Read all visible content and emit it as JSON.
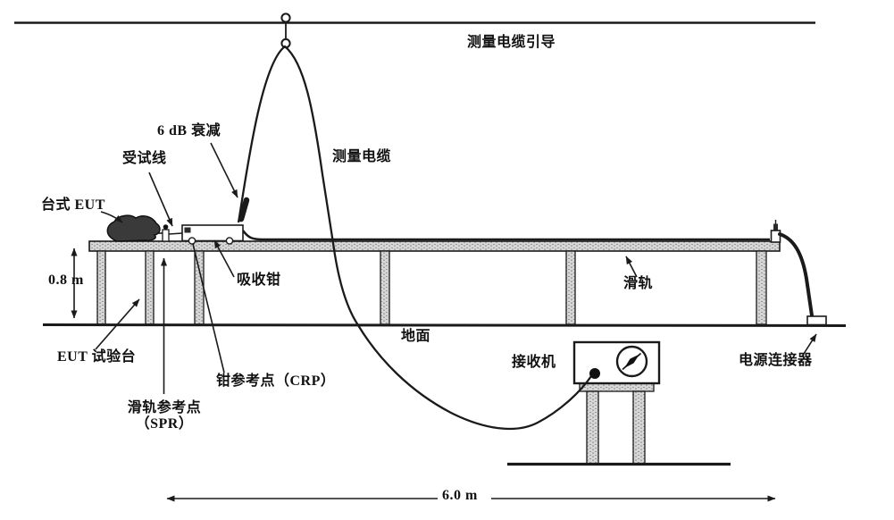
{
  "figure": {
    "labels": {
      "cable_guide": "测量电缆引导",
      "attenuator": "6 dB 衰减",
      "line_under_test": "受试线",
      "tabletop_eut": "台式 EUT",
      "measuring_cable": "测量电缆",
      "absorbing_clamp": "吸收钳",
      "slide_rail": "滑轨",
      "ground": "地面",
      "receiver": "接收机",
      "eut_test_table": "EUT 试验台",
      "clamp_reference_point": "钳参考点（CRP）",
      "rail_reference_point_line1": "滑轨参考点",
      "rail_reference_point_line2": "（SPR）",
      "power_connector": "电源连接器"
    },
    "dimensions": {
      "table_height": "0.8 m",
      "rail_length": "6.0 m"
    },
    "colors": {
      "line": "#1a1a1a",
      "hatch_fill": "#d6d6d6",
      "background": "#ffffff",
      "eut_fill": "#3a3a3a"
    }
  }
}
